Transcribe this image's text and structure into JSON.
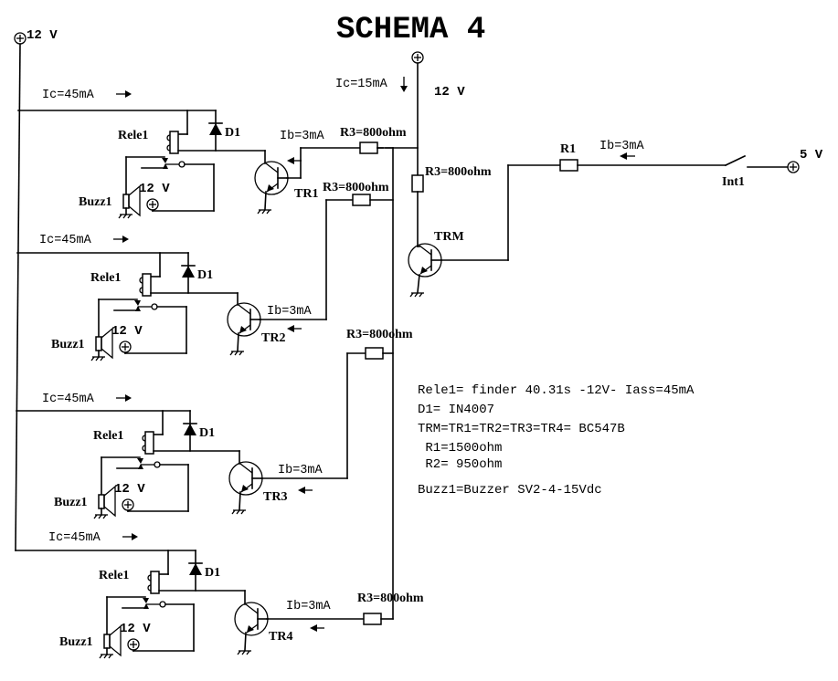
{
  "title": "SCHEMA 4",
  "supply": {
    "main_left": "12 V",
    "main_center": "12 V",
    "control": "5 V",
    "ic_main": "Ic=15mA"
  },
  "control": {
    "r1_label": "R1",
    "ib_label": "Ib=3mA",
    "switch_label": "Int1",
    "trm_label": "TRM",
    "trm_r_label": "R3=800ohm"
  },
  "stages": [
    {
      "ic": "Ic=45mA",
      "relay": "Rele1",
      "diode": "D1",
      "buzzer": "Buzz1",
      "buzz_supply": "12 V",
      "transistor": "TR1",
      "ib": "Ib=3mA",
      "resistor": "R3=800ohm"
    },
    {
      "ic": "Ic=45mA",
      "relay": "Rele1",
      "diode": "D1",
      "buzzer": "Buzz1",
      "buzz_supply": "12 V",
      "transistor": "TR2",
      "ib": "Ib=3mA",
      "resistor": "R3=800ohm"
    },
    {
      "ic": "Ic=45mA",
      "relay": "Rele1",
      "diode": "D1",
      "buzzer": "Buzz1",
      "buzz_supply": "12 V",
      "transistor": "TR3",
      "ib": "Ib=3mA",
      "resistor": "R3=800ohm"
    },
    {
      "ic": "Ic=45mA",
      "relay": "Rele1",
      "diode": "D1",
      "buzzer": "Buzz1",
      "buzz_supply": "12 V",
      "transistor": "TR4",
      "ib": "Ib=3mA",
      "resistor": "R3=800ohm"
    }
  ],
  "notes": [
    "Rele1= finder 40.31s -12V- Iass=45mA",
    "D1= IN4007",
    "TRM=TR1=TR2=TR3=TR4= BC547B",
    " R1=1500ohm",
    " R2= 950ohm",
    "Buzz1=Buzzer SV2-4-15Vdc"
  ]
}
